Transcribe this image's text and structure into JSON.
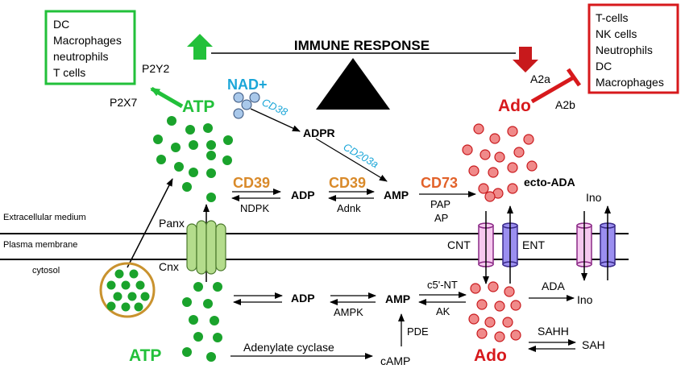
{
  "title": "IMMUNE RESPONSE",
  "left_box": {
    "items": [
      "DC",
      "Macrophages",
      "neutrophils",
      "T cells"
    ],
    "color": "#22c03a"
  },
  "right_box": {
    "items": [
      "T-cells",
      "NK cells",
      "Neutrophils",
      "DC",
      "Macrophages"
    ],
    "color": "#d7191c"
  },
  "receptors": {
    "p2y2": "P2Y2",
    "p2x7": "P2X7",
    "a2a": "A2a",
    "a2b": "A2b"
  },
  "molecules": {
    "atp_top": "ATP",
    "atp_bottom": "ATP",
    "nad": "NAD+",
    "adpr": "ADPR",
    "ado_top": "Ado",
    "ado_bottom": "Ado",
    "ecto_ada": "ecto-ADA",
    "adp_extra": "ADP",
    "amp_extra": "AMP",
    "adp_intra": "ADP",
    "amp_intra": "AMP",
    "camp": "cAMP",
    "ino_top": "Ino",
    "ino_bottom": "Ino",
    "sah": "SAH"
  },
  "enzymes": {
    "cd38": "CD38",
    "cd203a": "CD203a",
    "cd39_1": "CD39",
    "cd39_2": "CD39",
    "cd73": "CD73",
    "ndpk": "NDPK",
    "adnk": "Adnk",
    "pap": "PAP",
    "ap": "AP",
    "ampk": "AMPK",
    "c5nt": "c5'-NT",
    "ak": "AK",
    "pde": "PDE",
    "adenylate_cyclase": "Adenylate cyclase",
    "ada": "ADA",
    "sahh": "SAHH"
  },
  "channels": {
    "panx": "Panx",
    "cnx": "Cnx",
    "cnt": "CNT",
    "ent": "ENT"
  },
  "compartments": {
    "extracellular": "Extracellular medium",
    "membrane": "Plasma membrane",
    "cytosol": "cytosol"
  },
  "colors": {
    "green": "#22c03a",
    "dots_green": "#1aa32c",
    "red": "#d7191c",
    "ado_dot_fill": "#f08a8a",
    "nad_blue": "#1ba6d8",
    "cd39_orange": "#d98a2a",
    "cd73_orange": "#e2622a",
    "cnt_pink": "#f6c8ef",
    "ent_purple": "#9b8ff0",
    "channel_green": "#b4dc8c",
    "vesicle_gold": "#c9922e"
  }
}
